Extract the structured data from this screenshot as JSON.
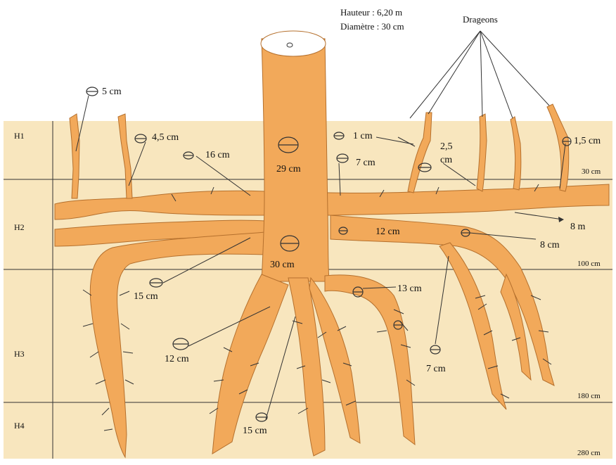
{
  "colors": {
    "soil": "#f8e6be",
    "root": "#f2a95a",
    "root_outline": "#b5702d",
    "line": "#333333",
    "stump_top": "#ffffff"
  },
  "tree_info": {
    "height": "Hauteur : 6,20 m",
    "diameter": "Diamètre : 30 cm"
  },
  "suckers_title": "Drageons",
  "horizons": [
    {
      "code": "H1",
      "depth": "30 cm"
    },
    {
      "code": "H2",
      "depth": "100 cm"
    },
    {
      "code": "H3",
      "depth": "180 cm"
    },
    {
      "code": "H4",
      "depth": "280 cm"
    }
  ],
  "labels": {
    "trunk_top": "29 cm",
    "trunk_base": "30 cm",
    "sucker_left": "5 cm",
    "root_4_5": "4,5 cm",
    "root_16": "16 cm",
    "root_1": "1 cm",
    "root_7_top": "7 cm",
    "root_2_5_a": "2,5",
    "root_2_5_b": "cm",
    "root_1_5": "1,5 cm",
    "extends": "8 m",
    "root_12_right": "12 cm",
    "root_8": "8 cm",
    "root_15_left": "15 cm",
    "root_13": "13 cm",
    "root_12_left": "12 cm",
    "root_7_right": "7 cm",
    "root_15_bottom": "15 cm"
  }
}
